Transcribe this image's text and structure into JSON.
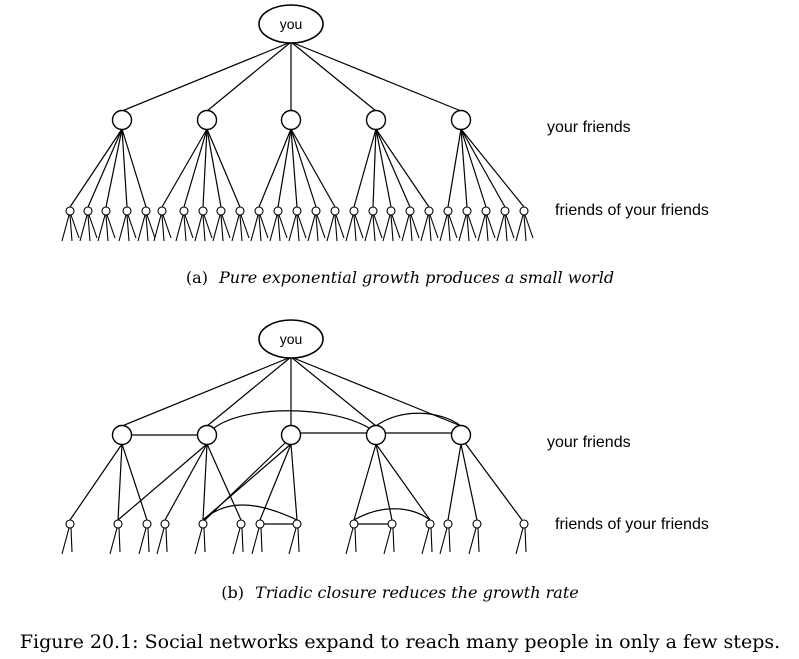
{
  "panel_a": {
    "root_label": "you",
    "level1_label": "your friends",
    "level2_label": "friends of your friends",
    "caption_prefix": "(a)",
    "caption_text": "Pure exponential growth produces a small world"
  },
  "panel_b": {
    "root_label": "you",
    "level1_label": "your friends",
    "level2_label": "friends of your friends",
    "caption_prefix": "(b)",
    "caption_text": "Triadic closure reduces the growth rate"
  },
  "figure_caption": "Figure 20.1: Social networks expand to reach many people in only a few steps."
}
